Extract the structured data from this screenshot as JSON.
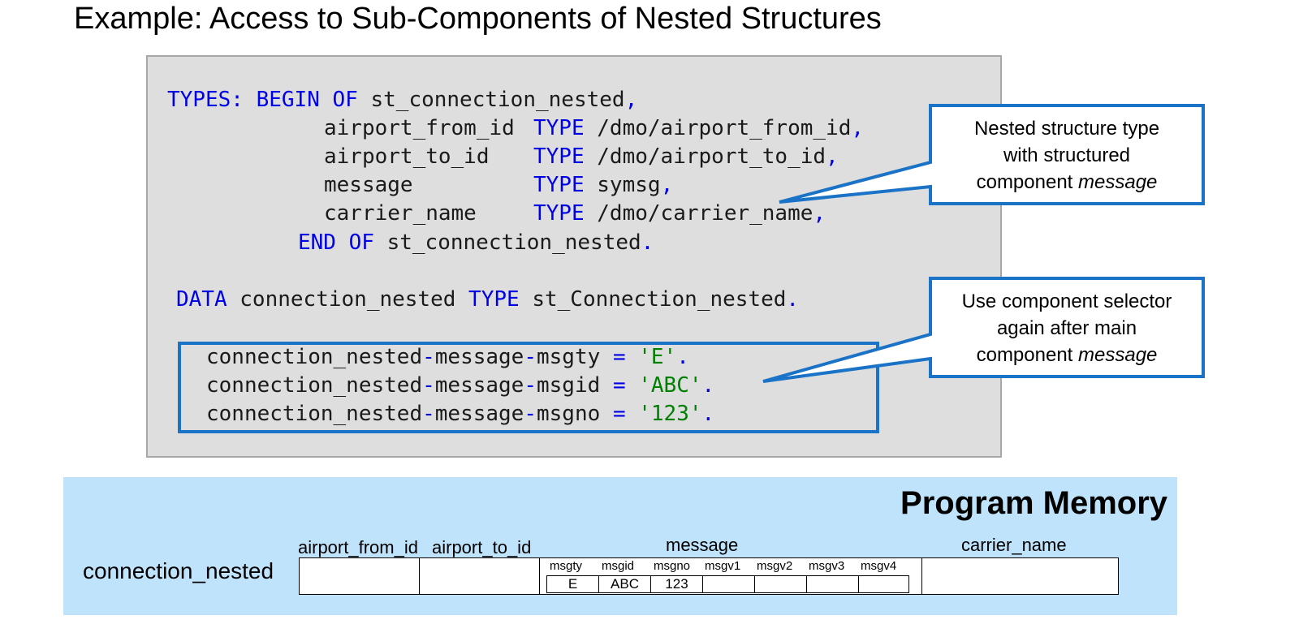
{
  "title": "Example: Access to Sub-Components of Nested Structures",
  "code": {
    "line1": {
      "kw1": "TYPES:",
      "kw2": "BEGIN",
      "kw3": "OF",
      "name": "st_connection_nested",
      "punct": ","
    },
    "line2": {
      "field": "airport_from_id",
      "kw": "TYPE",
      "type": "/dmo/airport_from_id",
      "punct": ","
    },
    "line3": {
      "field": "airport_to_id",
      "kw": "TYPE",
      "type": "/dmo/airport_to_id",
      "punct": ","
    },
    "line4": {
      "field": "message",
      "kw": "TYPE",
      "type": "symsg",
      "punct": ","
    },
    "line5": {
      "field": "carrier_name",
      "kw": "TYPE",
      "type": "/dmo/carrier_name",
      "punct": ","
    },
    "line6": {
      "kw1": "END",
      "kw2": "OF",
      "name": "st_connection_nested",
      "punct": "."
    },
    "line7": {
      "kw1": "DATA",
      "name": "connection_nested",
      "kw2": "TYPE",
      "type": "st_Connection_nested",
      "punct": "."
    },
    "assign": [
      {
        "a": "connection_nested",
        "b": "message",
        "c": "msgty",
        "value": "'E'"
      },
      {
        "a": "connection_nested",
        "b": "message",
        "c": "msgid",
        "value": "'ABC'"
      },
      {
        "a": "connection_nested",
        "b": "message",
        "c": "msgno",
        "value": "'123'"
      }
    ],
    "dash": "-",
    "eq": "=",
    "dot": "."
  },
  "callout1": {
    "line1": "Nested structure type",
    "line2": "with structured",
    "line3_plain": "component ",
    "line3_italic": "message"
  },
  "callout2": {
    "line1": "Use component selector",
    "line2": "again after main",
    "line3_plain": "component ",
    "line3_italic": "message"
  },
  "memory": {
    "title": "Program Memory",
    "variable": "connection_nested",
    "labels": {
      "from": "airport_from_id",
      "to": "airport_to_id",
      "message": "message",
      "carrier": "carrier_name"
    },
    "subfields": [
      "msgty",
      "msgid",
      "msgno",
      "msgv1",
      "msgv2",
      "msgv3",
      "msgv4"
    ],
    "subvalues": [
      "E",
      "ABC",
      "123",
      "",
      "",
      "",
      ""
    ]
  },
  "colors": {
    "keyword": "#0000e6",
    "string": "#008000",
    "highlight": "#1a73c6",
    "memory_bg": "#bfe3fb",
    "code_bg": "#dedede"
  }
}
